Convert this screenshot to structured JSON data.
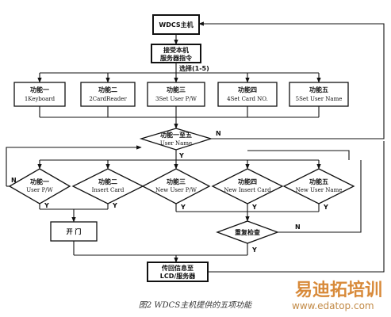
{
  "diagram": {
    "host": "WDCS主机",
    "receive_line1": "接受本机",
    "receive_line2": "服务器指令",
    "choose": "选择(1-5)",
    "functions": [
      {
        "cn": "功能一",
        "en": "1Keyboard"
      },
      {
        "cn": "功能二",
        "en": "2CardReader"
      },
      {
        "cn": "功能三",
        "en": "3Set User P/W"
      },
      {
        "cn": "功能四",
        "en": "4Set Card NO."
      },
      {
        "cn": "功能五",
        "en": "5Set User Name"
      }
    ],
    "decision_top": {
      "cn": "功能一至五",
      "en": "User Name"
    },
    "decisions": [
      {
        "cn": "功能一",
        "en": "User P/W"
      },
      {
        "cn": "功能二",
        "en": "Insert Card"
      },
      {
        "cn": "功能三",
        "en": "New User P/W"
      },
      {
        "cn": "功能四",
        "en": "New Insert Card"
      },
      {
        "cn": "功能五",
        "en": "New User Name"
      }
    ],
    "open_door": "开  门",
    "dup_check": "重复检查",
    "result_line1": "传回信息至",
    "result_line2": "LCD/服务器",
    "yes": "Y",
    "no": "N"
  },
  "caption": "图2 WDCS主机提供的五项功能",
  "watermark": {
    "brand": "易迪拓培训",
    "url": "www.edatop.com"
  }
}
